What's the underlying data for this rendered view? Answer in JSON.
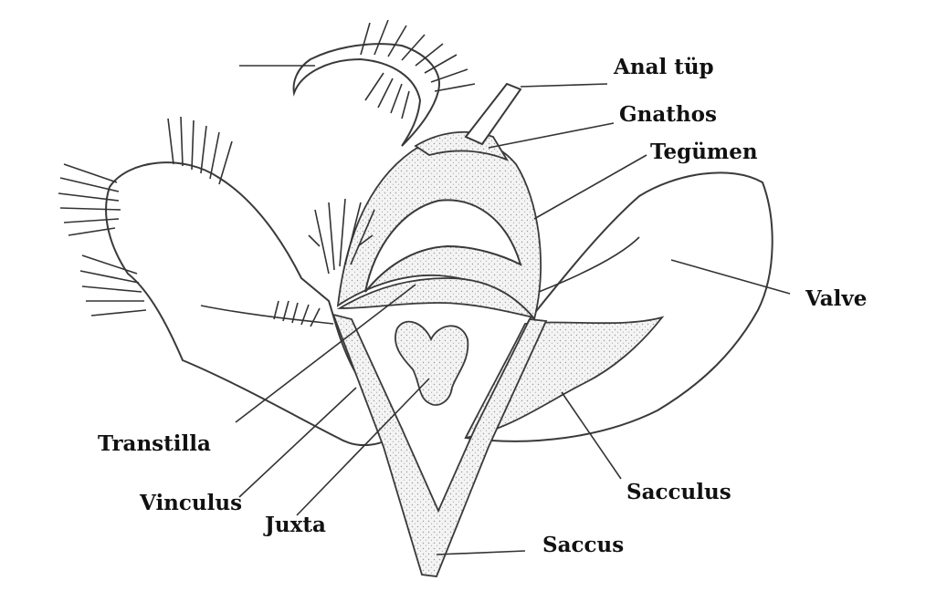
{
  "labels": {
    "anal_tup": "Anal tüp",
    "gnathos": "Gnathos",
    "tegumen": "Tegümen",
    "valve": "Valve",
    "transtilla": "Transtilla",
    "vinculus": "Vinculus",
    "juxta": "Juxta",
    "sacculus": "Sacculus",
    "saccus": "Saccus"
  },
  "colors": {
    "line": "#3a3a3a",
    "stipple": "#9a9a9a",
    "background": "#ffffff"
  }
}
